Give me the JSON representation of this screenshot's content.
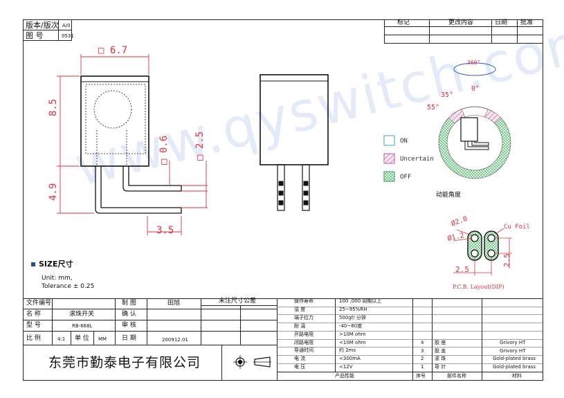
{
  "header": {
    "version_label": "版本/版次",
    "version_value": "A/0",
    "drawing_no_label": "图 号",
    "drawing_no_value": "0531"
  },
  "revision_table": {
    "columns": [
      "标记",
      "更改内容",
      "日期",
      "批准"
    ]
  },
  "dimensions": {
    "width": "□ 6.7",
    "height": "8.5",
    "pin_length": "4.9",
    "pin_thick": "□ 0.6",
    "pin_pitch": "□ 2.5",
    "pin_spread": "3.5"
  },
  "angle_diagram": {
    "full": "360°",
    "a35": "35°",
    "a0": "0°",
    "a55": "55°",
    "caption": "动能角度",
    "legend": [
      {
        "label": "ON",
        "style": "on"
      },
      {
        "label": "Uncertain",
        "style": "uncertain"
      },
      {
        "label": "OFF",
        "style": "off"
      }
    ]
  },
  "pcb": {
    "d_outer": "Ø2.0",
    "d_inner": "Ø1.2",
    "cu_foil": "Cu Foil",
    "pitch": "2.5",
    "height": "2.5",
    "caption": "P.C.B. Layout(DIP)"
  },
  "size_note": {
    "heading": "SIZE尺寸",
    "unit": "Unit: mm,",
    "tolerance": "Tolerance ± 0.25"
  },
  "title_block": {
    "file_no_label": "文件编号",
    "name_label": "名 称",
    "name_value": "滚珠开关",
    "model_label": "型 号",
    "model_value": "RB-668L",
    "scale_label": "比 例",
    "scale_value": "4:1",
    "unit_label": "单 位",
    "unit_value": "MM",
    "draw_label": "制 图",
    "draw_value": "田旭",
    "confirm_label": "确 认",
    "review_label": "审 核",
    "date_label": "日 期",
    "date_value": "200912.01",
    "tolerance_note": "未注尺寸公差",
    "company": "东莞市勤泰电子有限公司",
    "performance_label": "产品性能"
  },
  "performance": [
    {
      "k": "操作寿命",
      "v": "100 ,000 周期以上"
    },
    {
      "k": "湿    度",
      "v": "25~95%RH"
    },
    {
      "k": "端子拉力",
      "v": "500gf/ 分钟"
    },
    {
      "k": "耐    温",
      "v": "-40~80度"
    },
    {
      "k": "开路电阻",
      "v": ">10M ohm"
    },
    {
      "k": "闭路电阻",
      "v": "<10M ohm"
    },
    {
      "k": "导通时间",
      "v": "约 2ms"
    },
    {
      "k": "电    流",
      "v": "<300mA"
    },
    {
      "k": "电    压",
      "v": "<12V"
    }
  ],
  "parts_header": {
    "no": "序号",
    "name": "部件名称",
    "material": "材料"
  },
  "parts": [
    {
      "no": "4",
      "name": "胶 座",
      "material": "Grivory HT"
    },
    {
      "no": "3",
      "name": "胶 盖",
      "material": "Grivory HT"
    },
    {
      "no": "2",
      "name": "滚 珠",
      "material": "Gold-plated brass"
    },
    {
      "no": "1",
      "name": "导 针",
      "material": "Gold-plated brass"
    }
  ],
  "watermark": "www.qyswitch.com"
}
